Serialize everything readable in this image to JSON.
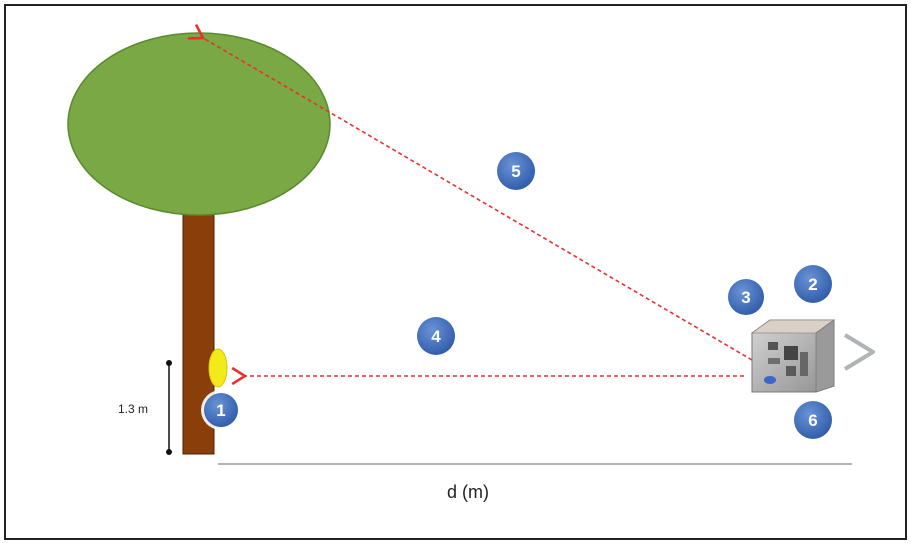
{
  "colors": {
    "canopy": "#7aa844",
    "canopy_stroke": "#5a8a2e",
    "trunk": "#8a3f0a",
    "target": "#f2ea1a",
    "laser": "#e8312f",
    "marker": "#3f6fbf",
    "device": "#a9a9a9",
    "ground": "#9a9a9a"
  },
  "labels": {
    "height": "1.3 m",
    "distance": "d (m)"
  },
  "markers": [
    {
      "id": "1",
      "label": "1"
    },
    {
      "id": "2",
      "label": "2"
    },
    {
      "id": "3",
      "label": "3"
    },
    {
      "id": "4",
      "label": "4"
    },
    {
      "id": "5",
      "label": "5"
    },
    {
      "id": "6",
      "label": "6"
    }
  ],
  "icons": {
    "device": "rangefinder-icon",
    "emitter": "signal-emitter-icon",
    "target": "reflector-target-icon"
  }
}
